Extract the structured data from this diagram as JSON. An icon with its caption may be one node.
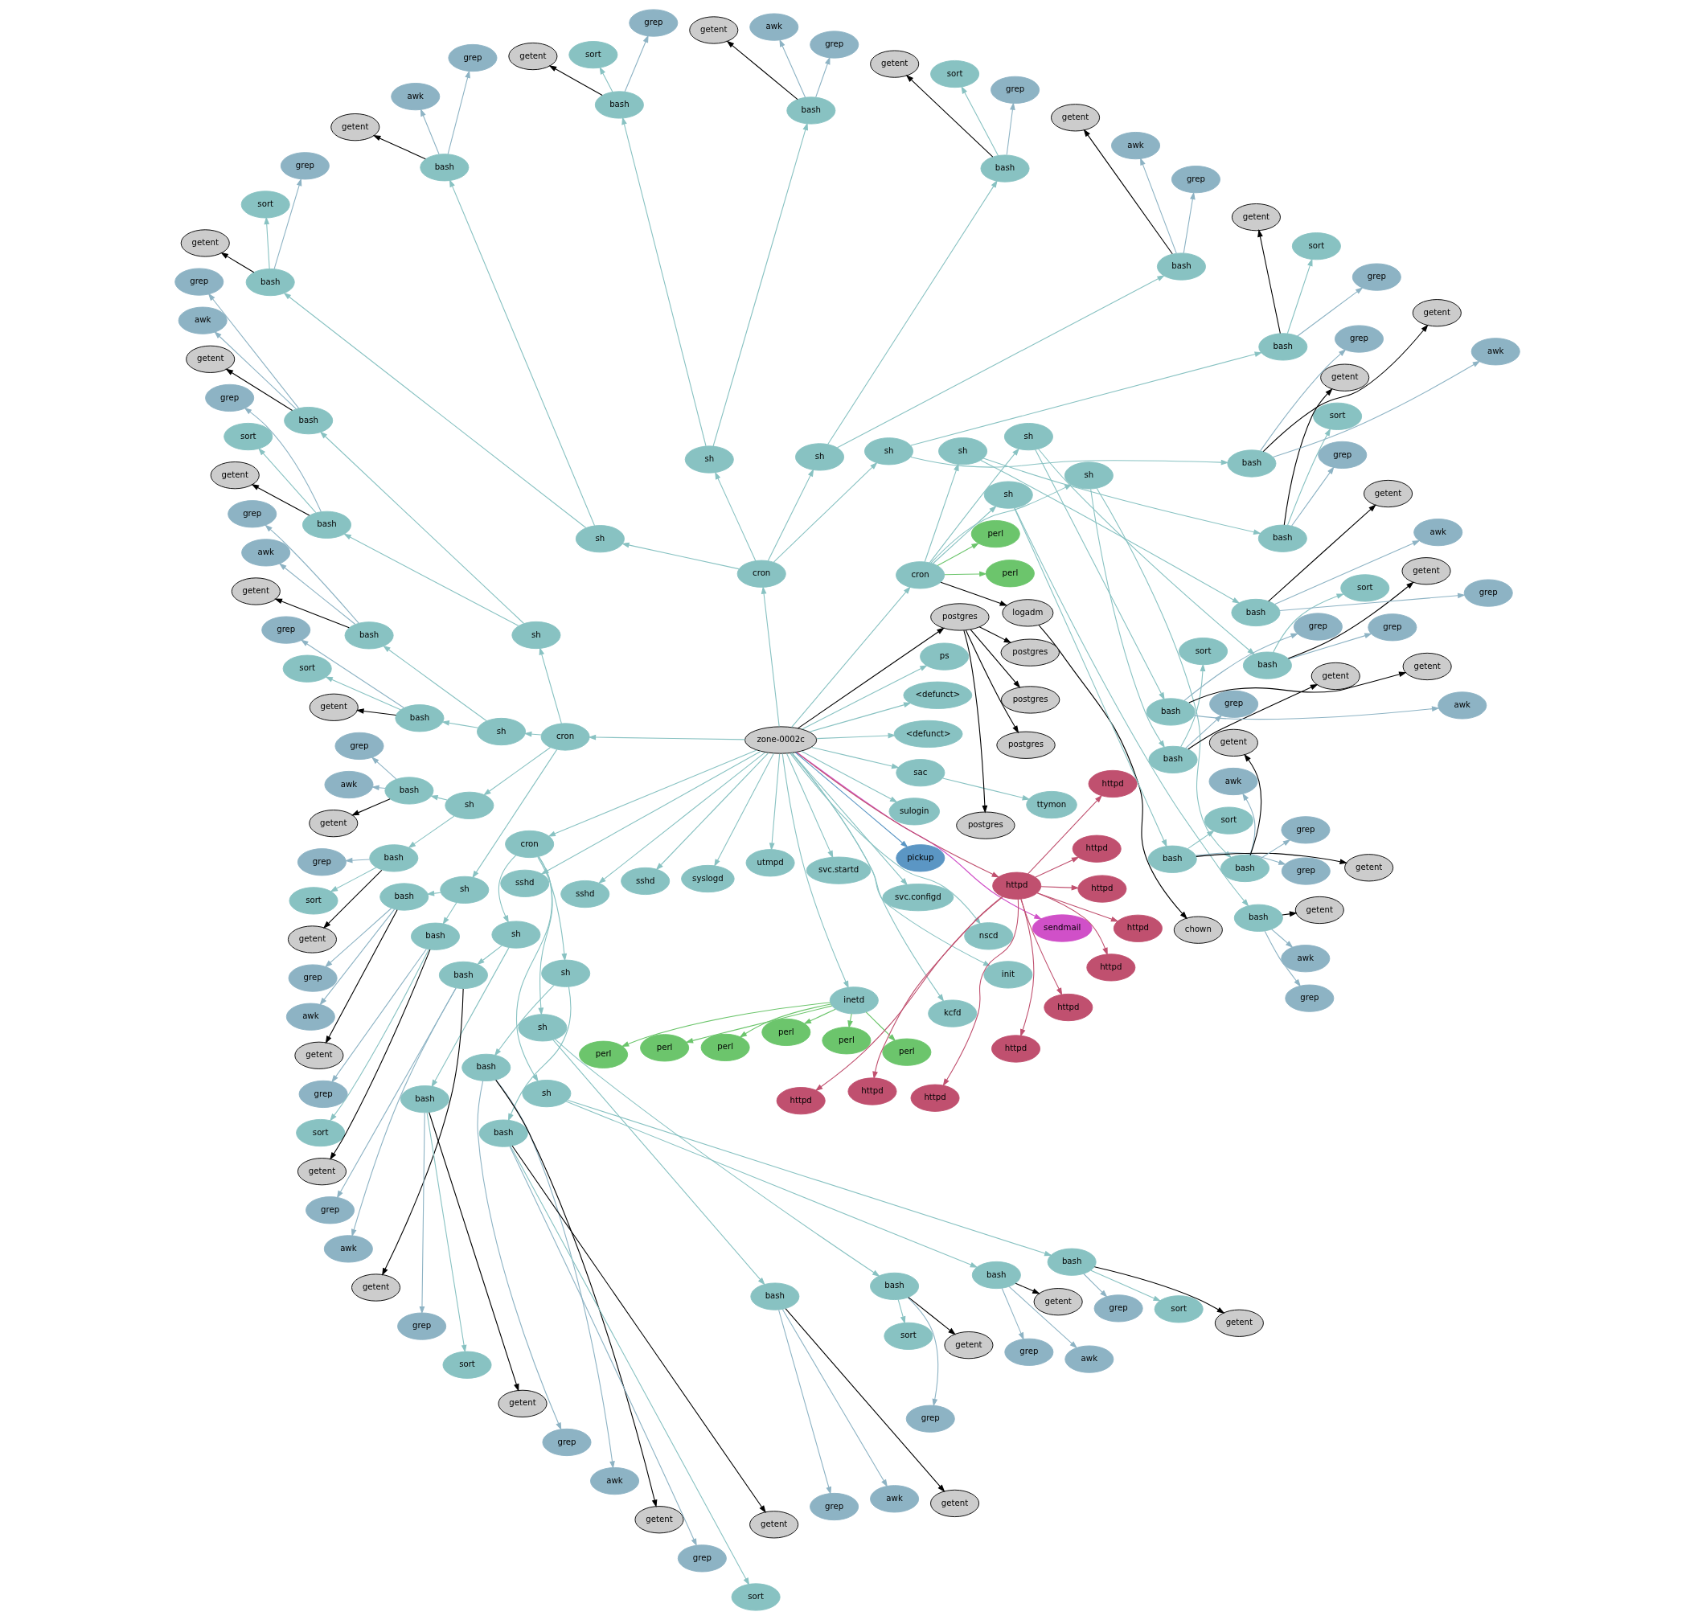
{
  "diagram": {
    "nodes": [
      {
        "text": [
          "zone-0002c"
        ]
      },
      {
        "text": [
          "cron"
        ]
      },
      {
        "text": [
          "cron"
        ]
      },
      {
        "text": [
          "cron"
        ]
      },
      {
        "text": [
          "cron"
        ]
      },
      {
        "text": [
          "sshd"
        ]
      },
      {
        "text": [
          "sshd"
        ]
      },
      {
        "text": [
          "sshd"
        ]
      },
      {
        "text": [
          "syslogd"
        ]
      },
      {
        "text": [
          "utmpd"
        ]
      },
      {
        "text": [
          "svc.startd"
        ]
      },
      {
        "text": [
          "svc.configd"
        ]
      },
      {
        "text": [
          "nscd"
        ]
      },
      {
        "text": [
          "inetd"
        ]
      },
      {
        "text": [
          "kcfd"
        ]
      },
      {
        "text": [
          "init"
        ]
      },
      {
        "text": [
          "sendmail"
        ]
      },
      {
        "text": [
          "httpd"
        ]
      },
      {
        "text": [
          "pickup"
        ]
      },
      {
        "text": [
          "logadm"
        ]
      },
      {
        "text": [
          "chown"
        ]
      },
      {
        "text": [
          "sulogin"
        ]
      },
      {
        "text": [
          "sac"
        ]
      },
      {
        "text": [
          "ttymon"
        ]
      },
      {
        "text": [
          "<defunct>"
        ]
      },
      {
        "text": [
          "<defunct>"
        ]
      },
      {
        "text": [
          "ps"
        ]
      },
      {
        "text": [
          "httpd"
        ]
      },
      {
        "text": [
          "httpd"
        ]
      },
      {
        "text": [
          "httpd"
        ]
      },
      {
        "text": [
          "httpd"
        ]
      },
      {
        "text": [
          "httpd"
        ]
      },
      {
        "text": [
          "httpd"
        ]
      },
      {
        "text": [
          "httpd"
        ]
      },
      {
        "text": [
          "httpd"
        ]
      },
      {
        "text": [
          "httpd"
        ]
      },
      {
        "text": [
          "httpd"
        ]
      },
      {
        "text": [
          "perl"
        ]
      },
      {
        "text": [
          "perl"
        ]
      },
      {
        "text": [
          "perl"
        ]
      },
      {
        "text": [
          "perl"
        ]
      },
      {
        "text": [
          "perl"
        ]
      },
      {
        "text": [
          "perl"
        ]
      },
      {
        "text": [
          "perl"
        ]
      },
      {
        "text": [
          "perl"
        ]
      },
      {
        "text": [
          "postgres"
        ]
      },
      {
        "text": [
          "postgres"
        ]
      },
      {
        "text": [
          "postgres"
        ]
      },
      {
        "text": [
          "postgres"
        ]
      },
      {
        "text": [
          "postgres"
        ]
      },
      {
        "text": [
          "sh"
        ]
      },
      {
        "text": [
          "sh"
        ]
      },
      {
        "text": [
          "sh"
        ]
      },
      {
        "text": [
          "sh"
        ]
      },
      {
        "text": [
          "sh"
        ]
      },
      {
        "text": [
          "sh"
        ]
      },
      {
        "text": [
          "sh"
        ]
      },
      {
        "text": [
          "sh"
        ]
      },
      {
        "text": [
          "sh"
        ]
      },
      {
        "text": [
          "sh"
        ]
      },
      {
        "text": [
          "sh"
        ]
      },
      {
        "text": [
          "sh"
        ]
      },
      {
        "text": [
          "sh"
        ]
      },
      {
        "text": [
          "sh"
        ]
      },
      {
        "text": [
          "sh"
        ]
      },
      {
        "text": [
          "sh"
        ]
      },
      {
        "text": [
          "bash"
        ]
      },
      {
        "text": [
          "bash"
        ]
      },
      {
        "text": [
          "bash"
        ]
      },
      {
        "text": [
          "bash"
        ]
      },
      {
        "text": [
          "bash"
        ]
      },
      {
        "text": [
          "bash"
        ]
      },
      {
        "text": [
          "bash"
        ]
      },
      {
        "text": [
          "bash"
        ]
      },
      {
        "text": [
          "bash"
        ]
      },
      {
        "text": [
          "bash"
        ]
      },
      {
        "text": [
          "bash"
        ]
      },
      {
        "text": [
          "bash"
        ]
      },
      {
        "text": [
          "bash"
        ]
      },
      {
        "text": [
          "bash"
        ]
      },
      {
        "text": [
          "bash"
        ]
      },
      {
        "text": [
          "bash"
        ]
      },
      {
        "text": [
          "bash"
        ]
      },
      {
        "text": [
          "bash"
        ]
      },
      {
        "text": [
          "bash"
        ]
      },
      {
        "text": [
          "bash"
        ]
      },
      {
        "text": [
          "bash"
        ]
      },
      {
        "text": [
          "bash"
        ]
      },
      {
        "text": [
          "bash"
        ]
      },
      {
        "text": [
          "bash"
        ]
      },
      {
        "text": [
          "bash"
        ]
      },
      {
        "text": [
          "bash"
        ]
      },
      {
        "text": [
          "bash"
        ]
      },
      {
        "text": [
          "bash"
        ]
      },
      {
        "text": [
          "bash"
        ]
      },
      {
        "text": [
          "bash"
        ]
      },
      {
        "text": [
          "bash"
        ]
      },
      {
        "text": [
          "bash"
        ]
      },
      {
        "text": [
          "grep"
        ]
      },
      {
        "text": [
          "awk"
        ]
      },
      {
        "text": [
          "getent"
        ]
      },
      {
        "text": [
          "grep"
        ]
      },
      {
        "text": [
          "sort"
        ]
      },
      {
        "text": [
          "getent"
        ]
      },
      {
        "text": [
          "grep"
        ]
      },
      {
        "text": [
          "awk"
        ]
      },
      {
        "text": [
          "getent"
        ]
      },
      {
        "text": [
          "grep"
        ]
      },
      {
        "text": [
          "sort"
        ]
      },
      {
        "text": [
          "getent"
        ]
      },
      {
        "text": [
          "grep"
        ]
      },
      {
        "text": [
          "awk"
        ]
      },
      {
        "text": [
          "getent"
        ]
      },
      {
        "text": [
          "grep"
        ]
      },
      {
        "text": [
          "sort"
        ]
      },
      {
        "text": [
          "getent"
        ]
      },
      {
        "text": [
          "grep"
        ]
      },
      {
        "text": [
          "awk"
        ]
      },
      {
        "text": [
          "getent"
        ]
      },
      {
        "text": [
          "grep"
        ]
      },
      {
        "text": [
          "sort"
        ]
      },
      {
        "text": [
          "getent"
        ]
      },
      {
        "text": [
          "grep"
        ]
      },
      {
        "text": [
          "awk"
        ]
      },
      {
        "text": [
          "getent"
        ]
      },
      {
        "text": [
          "grep"
        ]
      },
      {
        "text": [
          "sort"
        ]
      },
      {
        "text": [
          "getent"
        ]
      },
      {
        "text": [
          "grep"
        ]
      },
      {
        "text": [
          "awk"
        ]
      },
      {
        "text": [
          "getent"
        ]
      },
      {
        "text": [
          "grep"
        ]
      },
      {
        "text": [
          "sort"
        ]
      },
      {
        "text": [
          "getent"
        ]
      },
      {
        "text": [
          "grep"
        ]
      },
      {
        "text": [
          "awk"
        ]
      },
      {
        "text": [
          "getent"
        ]
      },
      {
        "text": [
          "grep"
        ]
      },
      {
        "text": [
          "sort"
        ]
      },
      {
        "text": [
          "getent"
        ]
      },
      {
        "text": [
          "grep"
        ]
      },
      {
        "text": [
          "awk"
        ]
      },
      {
        "text": [
          "getent"
        ]
      },
      {
        "text": [
          "grep"
        ]
      },
      {
        "text": [
          "sort"
        ]
      },
      {
        "text": [
          "getent"
        ]
      },
      {
        "text": [
          "grep"
        ]
      },
      {
        "text": [
          "awk"
        ]
      },
      {
        "text": [
          "getent"
        ]
      },
      {
        "text": [
          "grep"
        ]
      },
      {
        "text": [
          "sort"
        ]
      },
      {
        "text": [
          "getent"
        ]
      },
      {
        "text": [
          "grep"
        ]
      },
      {
        "text": [
          "awk"
        ]
      },
      {
        "text": [
          "getent"
        ]
      },
      {
        "text": [
          "grep"
        ]
      },
      {
        "text": [
          "sort"
        ]
      },
      {
        "text": [
          "getent"
        ]
      },
      {
        "text": [
          "grep"
        ]
      },
      {
        "text": [
          "awk"
        ]
      },
      {
        "text": [
          "getent"
        ]
      },
      {
        "text": [
          "grep"
        ]
      },
      {
        "text": [
          "sort"
        ]
      },
      {
        "text": [
          "getent"
        ]
      },
      {
        "text": [
          "grep"
        ]
      },
      {
        "text": [
          "awk"
        ]
      },
      {
        "text": [
          "getent"
        ]
      },
      {
        "text": [
          "grep"
        ]
      },
      {
        "text": [
          "sort"
        ]
      },
      {
        "text": [
          "getent"
        ]
      },
      {
        "text": [
          "grep"
        ]
      },
      {
        "text": [
          "awk"
        ]
      },
      {
        "text": [
          "getent"
        ]
      },
      {
        "text": [
          "grep"
        ]
      },
      {
        "text": [
          "sort"
        ]
      },
      {
        "text": [
          "getent"
        ]
      },
      {
        "text": [
          "grep"
        ]
      },
      {
        "text": [
          "awk"
        ]
      },
      {
        "text": [
          "getent"
        ]
      },
      {
        "text": [
          "grep"
        ]
      },
      {
        "text": [
          "sort"
        ]
      },
      {
        "text": [
          "getent"
        ]
      },
      {
        "text": [
          "grep"
        ]
      },
      {
        "text": [
          "awk"
        ]
      },
      {
        "text": [
          "getent"
        ]
      },
      {
        "text": [
          "grep"
        ]
      },
      {
        "text": [
          "sort"
        ]
      },
      {
        "text": [
          "getent"
        ]
      },
      {
        "text": [
          "grep"
        ]
      },
      {
        "text": [
          "awk"
        ]
      },
      {
        "text": [
          "getent"
        ]
      },
      {
        "text": [
          "grep"
        ]
      },
      {
        "text": [
          "sort"
        ]
      },
      {
        "text": [
          "getent"
        ]
      }
    ],
    "edges": [
      {
        "from": 0,
        "to": 1,
        "arrow": "to"
      },
      {
        "from": 0,
        "to": 2,
        "arrow": "to"
      },
      {
        "from": 0,
        "to": 3,
        "arrow": "to"
      },
      {
        "from": 0,
        "to": 4,
        "arrow": "to"
      },
      {
        "from": 0,
        "to": 5,
        "arrow": "to"
      },
      {
        "from": 0,
        "to": 6,
        "arrow": "to"
      },
      {
        "from": 0,
        "to": 7,
        "arrow": "to"
      },
      {
        "from": 0,
        "to": 8,
        "arrow": "to"
      },
      {
        "from": 0,
        "to": 9,
        "arrow": "to"
      },
      {
        "from": 0,
        "to": 10,
        "arrow": "to"
      },
      {
        "from": 0,
        "to": 11,
        "arrow": "to"
      },
      {
        "from": 0,
        "to": 12,
        "arrow": "to"
      },
      {
        "from": 0,
        "to": 13,
        "arrow": "to"
      },
      {
        "from": 0,
        "to": 14,
        "arrow": "to"
      },
      {
        "from": 0,
        "to": 15,
        "arrow": "to"
      },
      {
        "from": 0,
        "to": 16,
        "arrow": "to",
        "color": "#d050c8"
      },
      {
        "from": 0,
        "to": 17,
        "arrow": "to",
        "color": "#c0506f"
      },
      {
        "from": 0,
        "to": 18,
        "arrow": "to",
        "color": "#5b96c4"
      },
      {
        "from": 1,
        "to": 19,
        "arrow": "to",
        "color": "#000000"
      },
      {
        "from": 19,
        "to": 20,
        "arrow": "to",
        "color": "#000000"
      },
      {
        "from": 0,
        "to": 21,
        "arrow": "to"
      },
      {
        "from": 0,
        "to": 22,
        "arrow": "to"
      },
      {
        "from": 22,
        "to": 23,
        "arrow": "to"
      },
      {
        "from": 0,
        "to": 24,
        "arrow": "to"
      },
      {
        "from": 0,
        "to": 25,
        "arrow": "to"
      },
      {
        "from": 0,
        "to": 26,
        "arrow": "to"
      },
      {
        "from": 17,
        "to": 27,
        "arrow": "to",
        "color": "#c0506f"
      },
      {
        "from": 17,
        "to": 28,
        "arrow": "to",
        "color": "#c0506f"
      },
      {
        "from": 17,
        "to": 29,
        "arrow": "to",
        "color": "#c0506f"
      },
      {
        "from": 17,
        "to": 30,
        "arrow": "to",
        "color": "#c0506f"
      },
      {
        "from": 17,
        "to": 31,
        "arrow": "to",
        "color": "#c0506f"
      },
      {
        "from": 17,
        "to": 32,
        "arrow": "to",
        "color": "#c0506f"
      },
      {
        "from": 17,
        "to": 33,
        "arrow": "to",
        "color": "#c0506f"
      },
      {
        "from": 17,
        "to": 34,
        "arrow": "to",
        "color": "#c0506f"
      },
      {
        "from": 17,
        "to": 35,
        "arrow": "to",
        "color": "#c0506f"
      },
      {
        "from": 17,
        "to": 36,
        "arrow": "to",
        "color": "#c0506f"
      },
      {
        "from": 1,
        "to": 37,
        "arrow": "to",
        "color": "#6cc56c"
      },
      {
        "from": 1,
        "to": 38,
        "arrow": "to",
        "color": "#6cc56c"
      },
      {
        "from": 13,
        "to": 39,
        "arrow": "to",
        "color": "#6cc56c"
      },
      {
        "from": 13,
        "to": 40,
        "arrow": "to",
        "color": "#6cc56c"
      },
      {
        "from": 13,
        "to": 41,
        "arrow": "to",
        "color": "#6cc56c"
      },
      {
        "from": 13,
        "to": 42,
        "arrow": "to",
        "color": "#6cc56c"
      },
      {
        "from": 13,
        "to": 43,
        "arrow": "to",
        "color": "#6cc56c"
      },
      {
        "from": 13,
        "to": 44,
        "arrow": "to",
        "color": "#6cc56c"
      },
      {
        "from": 0,
        "to": 45,
        "arrow": "to",
        "color": "#000000"
      },
      {
        "from": 45,
        "to": 46,
        "arrow": "to",
        "color": "#000000"
      },
      {
        "from": 45,
        "to": 47,
        "arrow": "to",
        "color": "#000000"
      },
      {
        "from": 45,
        "to": 48,
        "arrow": "to",
        "color": "#000000"
      },
      {
        "from": 45,
        "to": 49,
        "arrow": "to",
        "color": "#000000"
      },
      {
        "from": 1,
        "to": 50,
        "arrow": "to"
      },
      {
        "from": 1,
        "to": 51,
        "arrow": "to"
      },
      {
        "from": 1,
        "to": 52,
        "arrow": "to"
      },
      {
        "from": 1,
        "to": 53,
        "arrow": "to"
      },
      {
        "from": 2,
        "to": 54,
        "arrow": "to"
      },
      {
        "from": 2,
        "to": 55,
        "arrow": "to"
      },
      {
        "from": 2,
        "to": 56,
        "arrow": "to"
      },
      {
        "from": 2,
        "to": 57,
        "arrow": "to"
      },
      {
        "from": 3,
        "to": 58,
        "arrow": "to"
      },
      {
        "from": 3,
        "to": 59,
        "arrow": "to"
      },
      {
        "from": 3,
        "to": 60,
        "arrow": "to"
      },
      {
        "from": 3,
        "to": 61,
        "arrow": "to"
      },
      {
        "from": 4,
        "to": 62,
        "arrow": "to"
      },
      {
        "from": 4,
        "to": 63,
        "arrow": "to"
      },
      {
        "from": 4,
        "to": 64,
        "arrow": "to"
      },
      {
        "from": 4,
        "to": 65,
        "arrow": "to"
      },
      {
        "from": 50,
        "to": 66,
        "arrow": "to"
      },
      {
        "from": 50,
        "to": 67,
        "arrow": "to"
      },
      {
        "from": 51,
        "to": 68,
        "arrow": "to"
      },
      {
        "from": 51,
        "to": 69,
        "arrow": "to"
      },
      {
        "from": 52,
        "to": 70,
        "arrow": "to"
      },
      {
        "from": 52,
        "to": 71,
        "arrow": "to"
      },
      {
        "from": 53,
        "to": 72,
        "arrow": "to"
      },
      {
        "from": 53,
        "to": 73,
        "arrow": "to"
      },
      {
        "from": 54,
        "to": 74,
        "arrow": "to"
      },
      {
        "from": 54,
        "to": 75,
        "arrow": "to"
      },
      {
        "from": 55,
        "to": 76,
        "arrow": "to"
      },
      {
        "from": 55,
        "to": 77,
        "arrow": "to"
      },
      {
        "from": 56,
        "to": 78,
        "arrow": "to"
      },
      {
        "from": 56,
        "to": 79,
        "arrow": "to"
      },
      {
        "from": 57,
        "to": 80,
        "arrow": "to"
      },
      {
        "from": 57,
        "to": 81,
        "arrow": "to"
      },
      {
        "from": 58,
        "to": 82,
        "arrow": "to"
      },
      {
        "from": 58,
        "to": 83,
        "arrow": "to"
      },
      {
        "from": 59,
        "to": 84,
        "arrow": "to"
      },
      {
        "from": 59,
        "to": 85,
        "arrow": "to"
      },
      {
        "from": 60,
        "to": 86,
        "arrow": "to"
      },
      {
        "from": 60,
        "to": 87,
        "arrow": "to"
      },
      {
        "from": 61,
        "to": 88,
        "arrow": "to"
      },
      {
        "from": 61,
        "to": 89,
        "arrow": "to"
      },
      {
        "from": 62,
        "to": 90,
        "arrow": "to"
      },
      {
        "from": 62,
        "to": 91,
        "arrow": "to"
      },
      {
        "from": 63,
        "to": 92,
        "arrow": "to"
      },
      {
        "from": 63,
        "to": 93,
        "arrow": "to"
      },
      {
        "from": 64,
        "to": 94,
        "arrow": "to"
      },
      {
        "from": 64,
        "to": 95,
        "arrow": "to"
      },
      {
        "from": 65,
        "to": 96,
        "arrow": "to"
      },
      {
        "from": 65,
        "to": 97,
        "arrow": "to"
      },
      {
        "from": 66,
        "to": 98,
        "arrow": "to",
        "color": "#8db3c4"
      },
      {
        "from": 66,
        "to": 99,
        "arrow": "to",
        "color": "#8db3c4"
      },
      {
        "from": 66,
        "to": 100,
        "arrow": "to",
        "color": "#000000"
      },
      {
        "from": 67,
        "to": 101,
        "arrow": "to",
        "color": "#8db3c4"
      },
      {
        "from": 67,
        "to": 102,
        "arrow": "to"
      },
      {
        "from": 67,
        "to": 103,
        "arrow": "to",
        "color": "#000000"
      },
      {
        "from": 68,
        "to": 104,
        "arrow": "to",
        "color": "#8db3c4"
      },
      {
        "from": 68,
        "to": 105,
        "arrow": "to",
        "color": "#8db3c4"
      },
      {
        "from": 68,
        "to": 106,
        "arrow": "to",
        "color": "#000000"
      },
      {
        "from": 69,
        "to": 107,
        "arrow": "to",
        "color": "#8db3c4"
      },
      {
        "from": 69,
        "to": 108,
        "arrow": "to"
      },
      {
        "from": 69,
        "to": 109,
        "arrow": "to",
        "color": "#000000"
      },
      {
        "from": 70,
        "to": 110,
        "arrow": "to",
        "color": "#8db3c4"
      },
      {
        "from": 70,
        "to": 111,
        "arrow": "to",
        "color": "#8db3c4"
      },
      {
        "from": 70,
        "to": 112,
        "arrow": "to",
        "color": "#000000"
      },
      {
        "from": 71,
        "to": 113,
        "arrow": "to",
        "color": "#8db3c4"
      },
      {
        "from": 71,
        "to": 114,
        "arrow": "to"
      },
      {
        "from": 71,
        "to": 115,
        "arrow": "to",
        "color": "#000000"
      },
      {
        "from": 72,
        "to": 116,
        "arrow": "to",
        "color": "#8db3c4"
      },
      {
        "from": 72,
        "to": 117,
        "arrow": "to",
        "color": "#8db3c4"
      },
      {
        "from": 72,
        "to": 118,
        "arrow": "to",
        "color": "#000000"
      },
      {
        "from": 73,
        "to": 119,
        "arrow": "to",
        "color": "#8db3c4"
      },
      {
        "from": 73,
        "to": 120,
        "arrow": "to"
      },
      {
        "from": 73,
        "to": 121,
        "arrow": "to",
        "color": "#000000"
      },
      {
        "from": 74,
        "to": 122,
        "arrow": "to",
        "color": "#8db3c4"
      },
      {
        "from": 74,
        "to": 123,
        "arrow": "to",
        "color": "#8db3c4"
      },
      {
        "from": 74,
        "to": 124,
        "arrow": "to",
        "color": "#000000"
      },
      {
        "from": 75,
        "to": 125,
        "arrow": "to",
        "color": "#8db3c4"
      },
      {
        "from": 75,
        "to": 126,
        "arrow": "to"
      },
      {
        "from": 75,
        "to": 127,
        "arrow": "to",
        "color": "#000000"
      },
      {
        "from": 76,
        "to": 128,
        "arrow": "to",
        "color": "#8db3c4"
      },
      {
        "from": 76,
        "to": 129,
        "arrow": "to",
        "color": "#8db3c4"
      },
      {
        "from": 76,
        "to": 130,
        "arrow": "to",
        "color": "#000000"
      },
      {
        "from": 77,
        "to": 131,
        "arrow": "to",
        "color": "#8db3c4"
      },
      {
        "from": 77,
        "to": 132,
        "arrow": "to"
      },
      {
        "from": 77,
        "to": 133,
        "arrow": "to",
        "color": "#000000"
      },
      {
        "from": 78,
        "to": 134,
        "arrow": "to",
        "color": "#8db3c4"
      },
      {
        "from": 78,
        "to": 135,
        "arrow": "to",
        "color": "#8db3c4"
      },
      {
        "from": 78,
        "to": 136,
        "arrow": "to",
        "color": "#000000"
      },
      {
        "from": 79,
        "to": 137,
        "arrow": "to",
        "color": "#8db3c4"
      },
      {
        "from": 79,
        "to": 138,
        "arrow": "to"
      },
      {
        "from": 79,
        "to": 139,
        "arrow": "to",
        "color": "#000000"
      },
      {
        "from": 80,
        "to": 140,
        "arrow": "to",
        "color": "#8db3c4"
      },
      {
        "from": 80,
        "to": 141,
        "arrow": "to",
        "color": "#8db3c4"
      },
      {
        "from": 80,
        "to": 142,
        "arrow": "to",
        "color": "#000000"
      },
      {
        "from": 81,
        "to": 143,
        "arrow": "to",
        "color": "#8db3c4"
      },
      {
        "from": 81,
        "to": 144,
        "arrow": "to"
      },
      {
        "from": 81,
        "to": 145,
        "arrow": "to",
        "color": "#000000"
      },
      {
        "from": 82,
        "to": 146,
        "arrow": "to",
        "color": "#8db3c4"
      },
      {
        "from": 82,
        "to": 147,
        "arrow": "to",
        "color": "#8db3c4"
      },
      {
        "from": 82,
        "to": 148,
        "arrow": "to",
        "color": "#000000"
      },
      {
        "from": 83,
        "to": 149,
        "arrow": "to",
        "color": "#8db3c4"
      },
      {
        "from": 83,
        "to": 150,
        "arrow": "to"
      },
      {
        "from": 83,
        "to": 151,
        "arrow": "to",
        "color": "#000000"
      },
      {
        "from": 84,
        "to": 152,
        "arrow": "to",
        "color": "#8db3c4"
      },
      {
        "from": 84,
        "to": 153,
        "arrow": "to",
        "color": "#8db3c4"
      },
      {
        "from": 84,
        "to": 154,
        "arrow": "to",
        "color": "#000000"
      },
      {
        "from": 85,
        "to": 155,
        "arrow": "to",
        "color": "#8db3c4"
      },
      {
        "from": 85,
        "to": 156,
        "arrow": "to"
      },
      {
        "from": 85,
        "to": 157,
        "arrow": "to",
        "color": "#000000"
      },
      {
        "from": 86,
        "to": 158,
        "arrow": "to",
        "color": "#8db3c4"
      },
      {
        "from": 86,
        "to": 159,
        "arrow": "to",
        "color": "#8db3c4"
      },
      {
        "from": 86,
        "to": 160,
        "arrow": "to",
        "color": "#000000"
      },
      {
        "from": 87,
        "to": 161,
        "arrow": "to",
        "color": "#8db3c4"
      },
      {
        "from": 87,
        "to": 162,
        "arrow": "to"
      },
      {
        "from": 87,
        "to": 163,
        "arrow": "to",
        "color": "#000000"
      },
      {
        "from": 88,
        "to": 164,
        "arrow": "to",
        "color": "#8db3c4"
      },
      {
        "from": 88,
        "to": 165,
        "arrow": "to",
        "color": "#8db3c4"
      },
      {
        "from": 88,
        "to": 166,
        "arrow": "to",
        "color": "#000000"
      },
      {
        "from": 89,
        "to": 167,
        "arrow": "to",
        "color": "#8db3c4"
      },
      {
        "from": 89,
        "to": 168,
        "arrow": "to"
      },
      {
        "from": 89,
        "to": 169,
        "arrow": "to",
        "color": "#000000"
      },
      {
        "from": 90,
        "to": 170,
        "arrow": "to",
        "color": "#8db3c4"
      },
      {
        "from": 90,
        "to": 171,
        "arrow": "to",
        "color": "#8db3c4"
      },
      {
        "from": 90,
        "to": 172,
        "arrow": "to",
        "color": "#000000"
      },
      {
        "from": 91,
        "to": 173,
        "arrow": "to",
        "color": "#8db3c4"
      },
      {
        "from": 91,
        "to": 174,
        "arrow": "to"
      },
      {
        "from": 91,
        "to": 175,
        "arrow": "to",
        "color": "#000000"
      },
      {
        "from": 92,
        "to": 176,
        "arrow": "to",
        "color": "#8db3c4"
      },
      {
        "from": 92,
        "to": 177,
        "arrow": "to",
        "color": "#8db3c4"
      },
      {
        "from": 92,
        "to": 178,
        "arrow": "to",
        "color": "#000000"
      },
      {
        "from": 93,
        "to": 179,
        "arrow": "to",
        "color": "#8db3c4"
      },
      {
        "from": 93,
        "to": 180,
        "arrow": "to"
      },
      {
        "from": 93,
        "to": 181,
        "arrow": "to",
        "color": "#000000"
      },
      {
        "from": 94,
        "to": 182,
        "arrow": "to",
        "color": "#8db3c4"
      },
      {
        "from": 94,
        "to": 183,
        "arrow": "to",
        "color": "#8db3c4"
      },
      {
        "from": 94,
        "to": 184,
        "arrow": "to",
        "color": "#000000"
      },
      {
        "from": 95,
        "to": 185,
        "arrow": "to",
        "color": "#8db3c4"
      },
      {
        "from": 95,
        "to": 186,
        "arrow": "to"
      },
      {
        "from": 95,
        "to": 187,
        "arrow": "to",
        "color": "#000000"
      },
      {
        "from": 96,
        "to": 188,
        "arrow": "to",
        "color": "#8db3c4"
      },
      {
        "from": 96,
        "to": 189,
        "arrow": "to",
        "color": "#8db3c4"
      },
      {
        "from": 96,
        "to": 190,
        "arrow": "to",
        "color": "#000000"
      },
      {
        "from": 97,
        "to": 191,
        "arrow": "to",
        "color": "#8db3c4"
      },
      {
        "from": 97,
        "to": 192,
        "arrow": "to"
      },
      {
        "from": 97,
        "to": 193,
        "arrow": "to",
        "color": "#000000"
      }
    ]
  }
}
